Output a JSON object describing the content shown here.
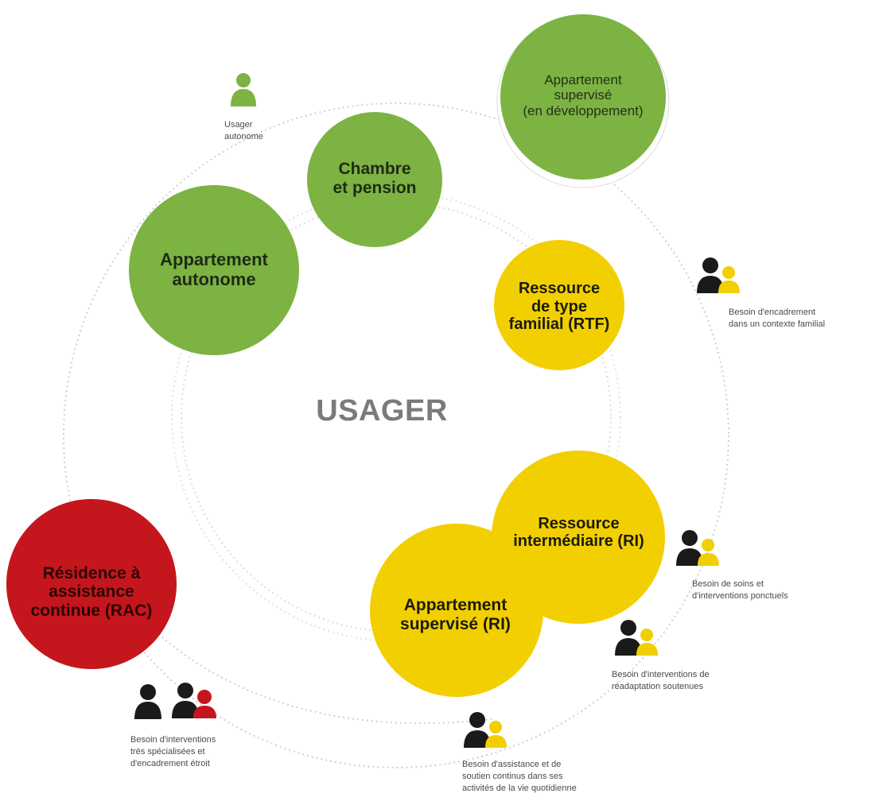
{
  "center_label": "USAGER",
  "colors": {
    "green": "#7cb342",
    "yellow": "#f2cf00",
    "red": "#c4161c",
    "dark": "#1a1a1a",
    "user_green": "#7cb342",
    "dotted": "#c9c9c9"
  },
  "circles": {
    "appartement_supervise_dev": "Appartement\nsupervisé\n(en développement)",
    "chambre_pension": "Chambre\net pension",
    "appartement_autonome": "Appartement\nautonome",
    "rtf": "Ressource\nde type\nfamilial (RTF)",
    "ri": "Ressource\nintermédiaire (RI)",
    "appartement_supervise_ri": "Appartement\nsupervisé (RI)",
    "rac": "Résidence à\nassistance\ncontinue (RAC)"
  },
  "captions": {
    "usager_autonome": "Usager\nautonome",
    "encadrement_familial": "Besoin d'encadrement\ndans un contexte familial",
    "soins_ponctuels": "Besoin de soins et\nd'interventions ponctuels",
    "readaptation": "Besoin d'interventions de\nréadaptation soutenues",
    "assistance_continue": "Besoin d'assistance et  de\nsoutien continus dans ses\nactivités de la vie quotidienne",
    "specialisees": "Besoin d'interventions\ntrès spécialisées et\nd'encadrement étroit"
  },
  "icons": {
    "usager_autonome": "person-green-icon",
    "encadrement_familial": "person-pair-dark-yellow-icon",
    "soins_ponctuels": "person-pair-dark-yellow-icon",
    "readaptation": "person-pair-dark-yellow-icon",
    "assistance_continue": "person-pair-dark-yellow-icon",
    "specialisees_single": "person-dark-icon",
    "specialisees_pair": "person-pair-dark-red-icon"
  }
}
